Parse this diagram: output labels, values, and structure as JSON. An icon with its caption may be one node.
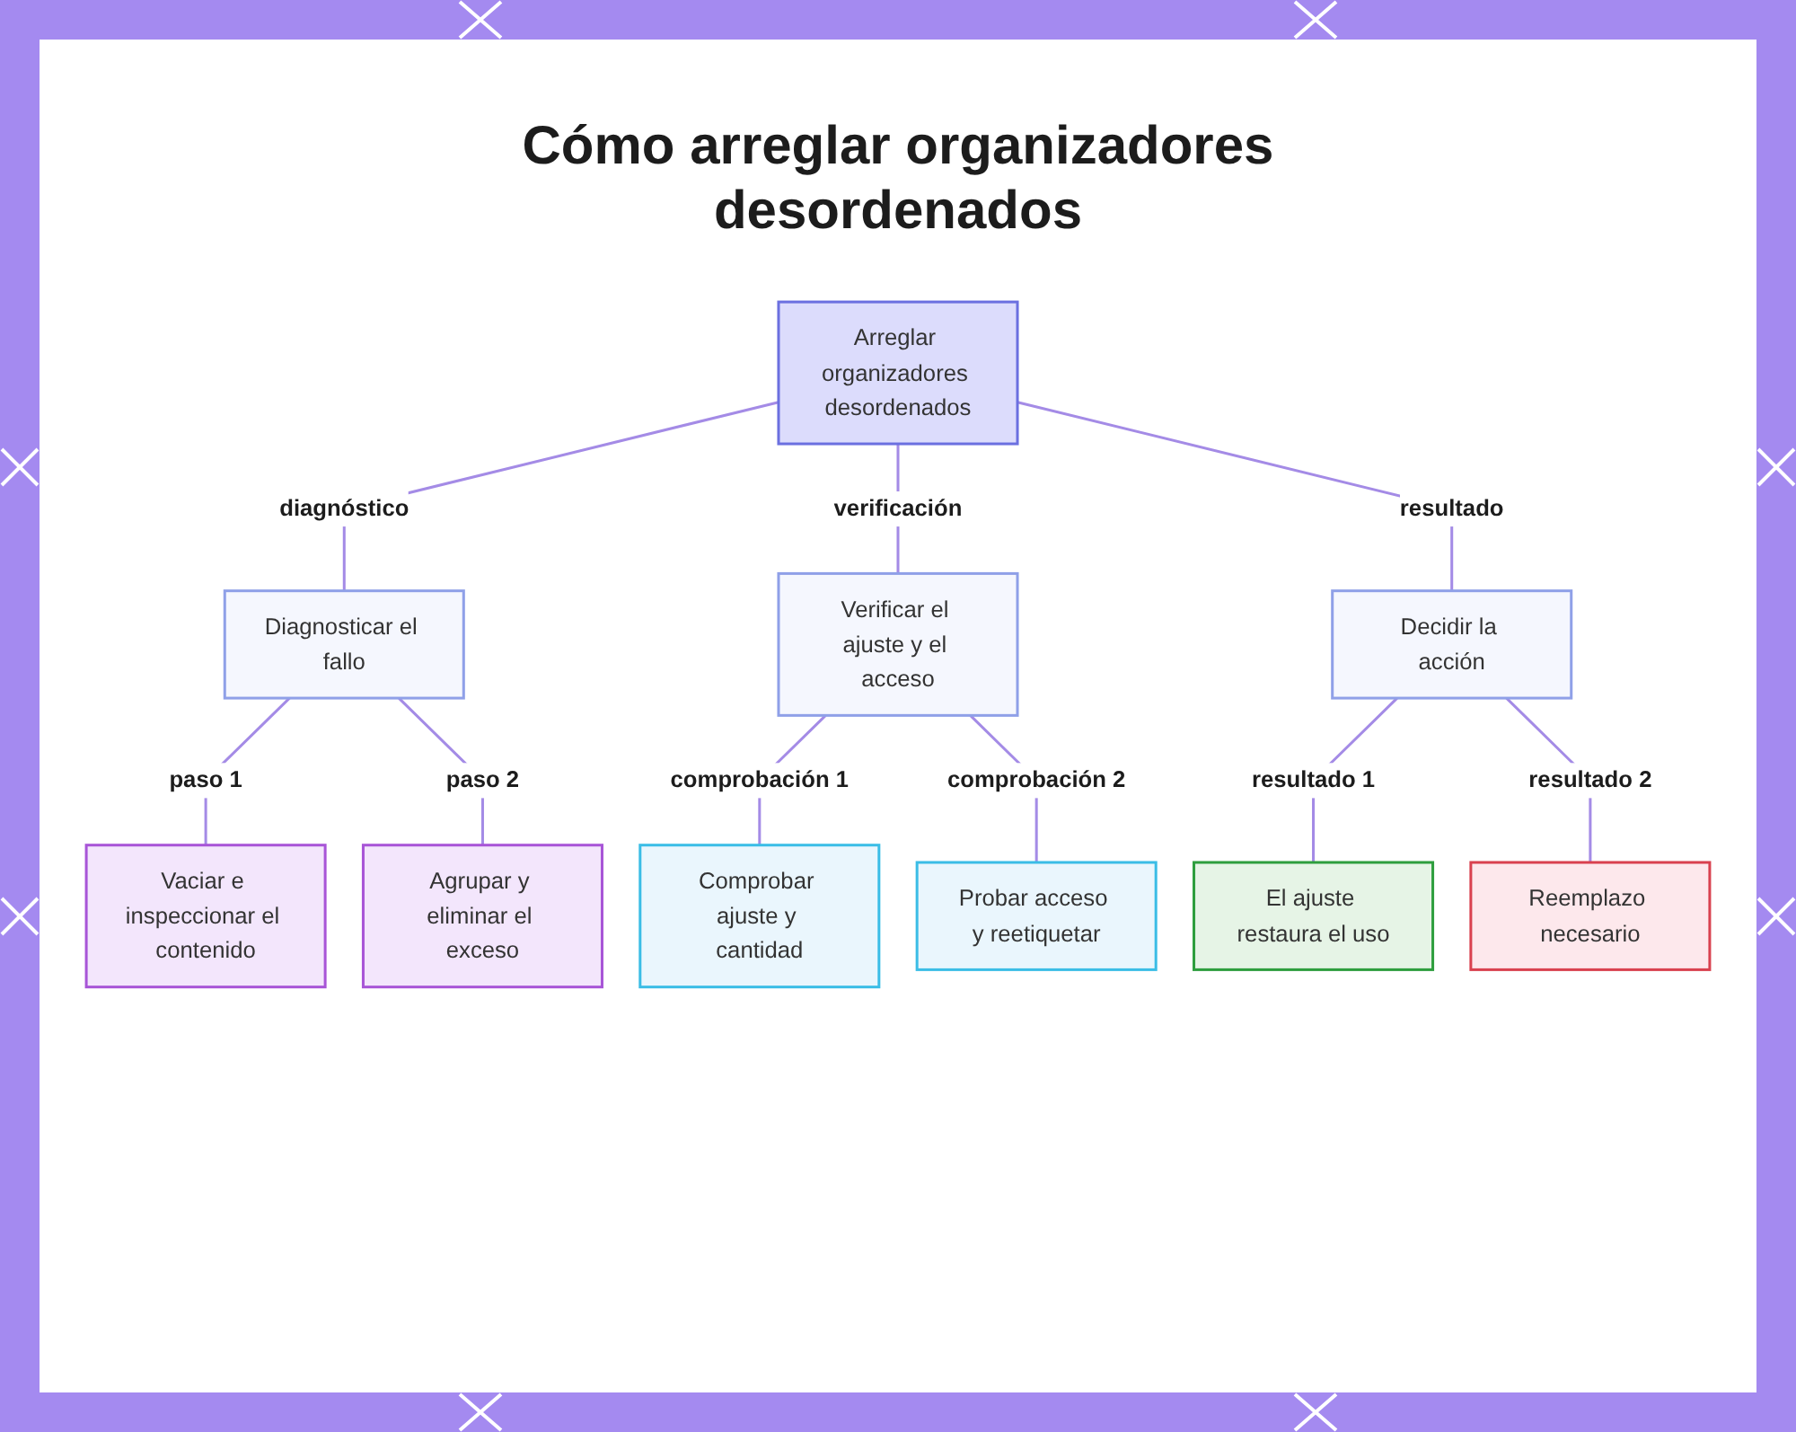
{
  "diagram": {
    "title": "Cómo arreglar organizadores desordenados",
    "nodes": [
      {
        "text": [
          "Arreglar organizadores desordenados"
        ]
      },
      {
        "text": [
          "Diagnosticar el fallo"
        ]
      },
      {
        "text": [
          "Verificar el ajuste y el acceso"
        ]
      },
      {
        "text": [
          "Decidir la acción"
        ]
      },
      {
        "text": [
          "Vaciar e inspeccionar el contenido"
        ]
      },
      {
        "text": [
          "Agrupar y eliminar el exceso"
        ]
      },
      {
        "text": [
          "Comprobar ajuste y cantidad"
        ]
      },
      {
        "text": [
          "Probar acceso y reetiquetar"
        ]
      },
      {
        "text": [
          "El ajuste restaura el uso"
        ]
      },
      {
        "text": [
          "Reemplazo necesario"
        ]
      }
    ],
    "edges": [
      {
        "from": 0,
        "to": 1,
        "arrow": "none",
        "label": "diagnóstico"
      },
      {
        "from": 0,
        "to": 2,
        "arrow": "none",
        "label": "verificación"
      },
      {
        "from": 0,
        "to": 3,
        "arrow": "none",
        "label": "resultado"
      },
      {
        "from": 1,
        "to": 4,
        "arrow": "none",
        "label": "paso 1"
      },
      {
        "from": 1,
        "to": 5,
        "arrow": "none",
        "label": "paso 2"
      },
      {
        "from": 2,
        "to": 6,
        "arrow": "none",
        "label": "comprobación 1"
      },
      {
        "from": 2,
        "to": 7,
        "arrow": "none",
        "label": "comprobación 2"
      },
      {
        "from": 3,
        "to": 8,
        "arrow": "none",
        "label": "resultado 1"
      },
      {
        "from": 3,
        "to": 9,
        "arrow": "none",
        "label": "resultado 2"
      }
    ]
  }
}
